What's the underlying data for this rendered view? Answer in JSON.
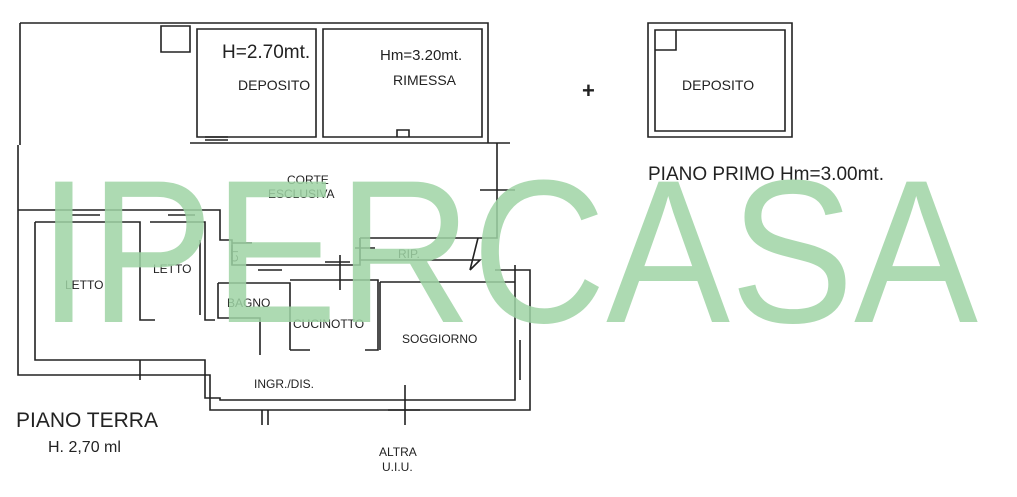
{
  "watermark": {
    "text": "IPERCASA",
    "color": "#9fd4a4"
  },
  "annex": {
    "deposito_height": "H=2.70mt.",
    "deposito_label": "DEPOSITO",
    "rimessa_height": "Hm=3.20mt.",
    "rimessa_label": "RIMESSA"
  },
  "plus_sign": "+",
  "first_floor": {
    "deposito_label": "DEPOSITO",
    "title": "PIANO PRIMO Hm=3.00mt."
  },
  "ground_floor": {
    "title": "PIANO TERRA",
    "height": "H. 2,70 ml",
    "rooms": {
      "corte_1": "CORTE",
      "corte_2": "ESCLUSIVA",
      "letto_1": "LETTO",
      "letto_2": "LETTO",
      "ct": "CT",
      "rip": "RIP.",
      "bagno": "BAGNO",
      "cucinotto": "CUCINOTTO",
      "soggiorno": "SOGGIORNO",
      "ingresso": "INGR./DIS.",
      "altra_1": "ALTRA",
      "altra_2": "U.I.U."
    }
  }
}
